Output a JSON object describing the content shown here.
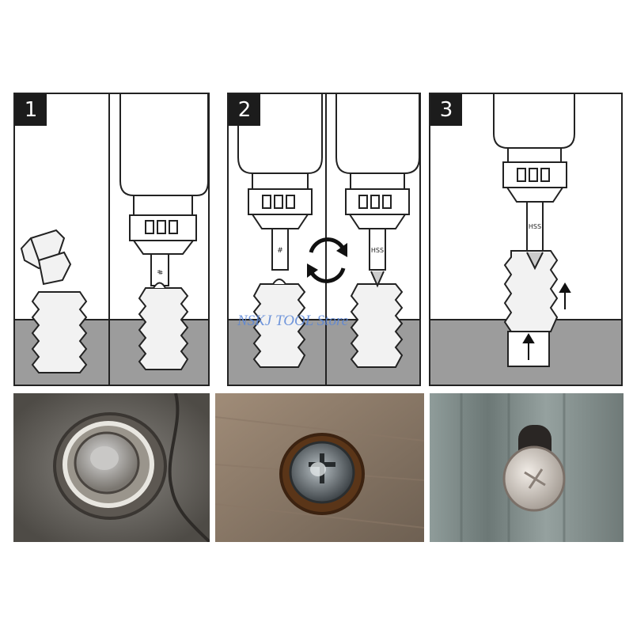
{
  "steps": [
    {
      "number": "1"
    },
    {
      "number": "2"
    },
    {
      "number": "3"
    }
  ],
  "bit_labels": {
    "step1_bit": "#",
    "step2_left_bit": "#",
    "step2_right_bit": "HSS",
    "step3_bit": "HSS"
  },
  "watermark": "NSKJ TOOL Store",
  "colors": {
    "ground": "#9c9c9c",
    "outline": "#222222",
    "screw_fill": "#f2f2f2",
    "photo1_bg": "#6e6a63",
    "photo2_bg": "#8a7a6a",
    "photo3_bg": "#7d8a88"
  }
}
